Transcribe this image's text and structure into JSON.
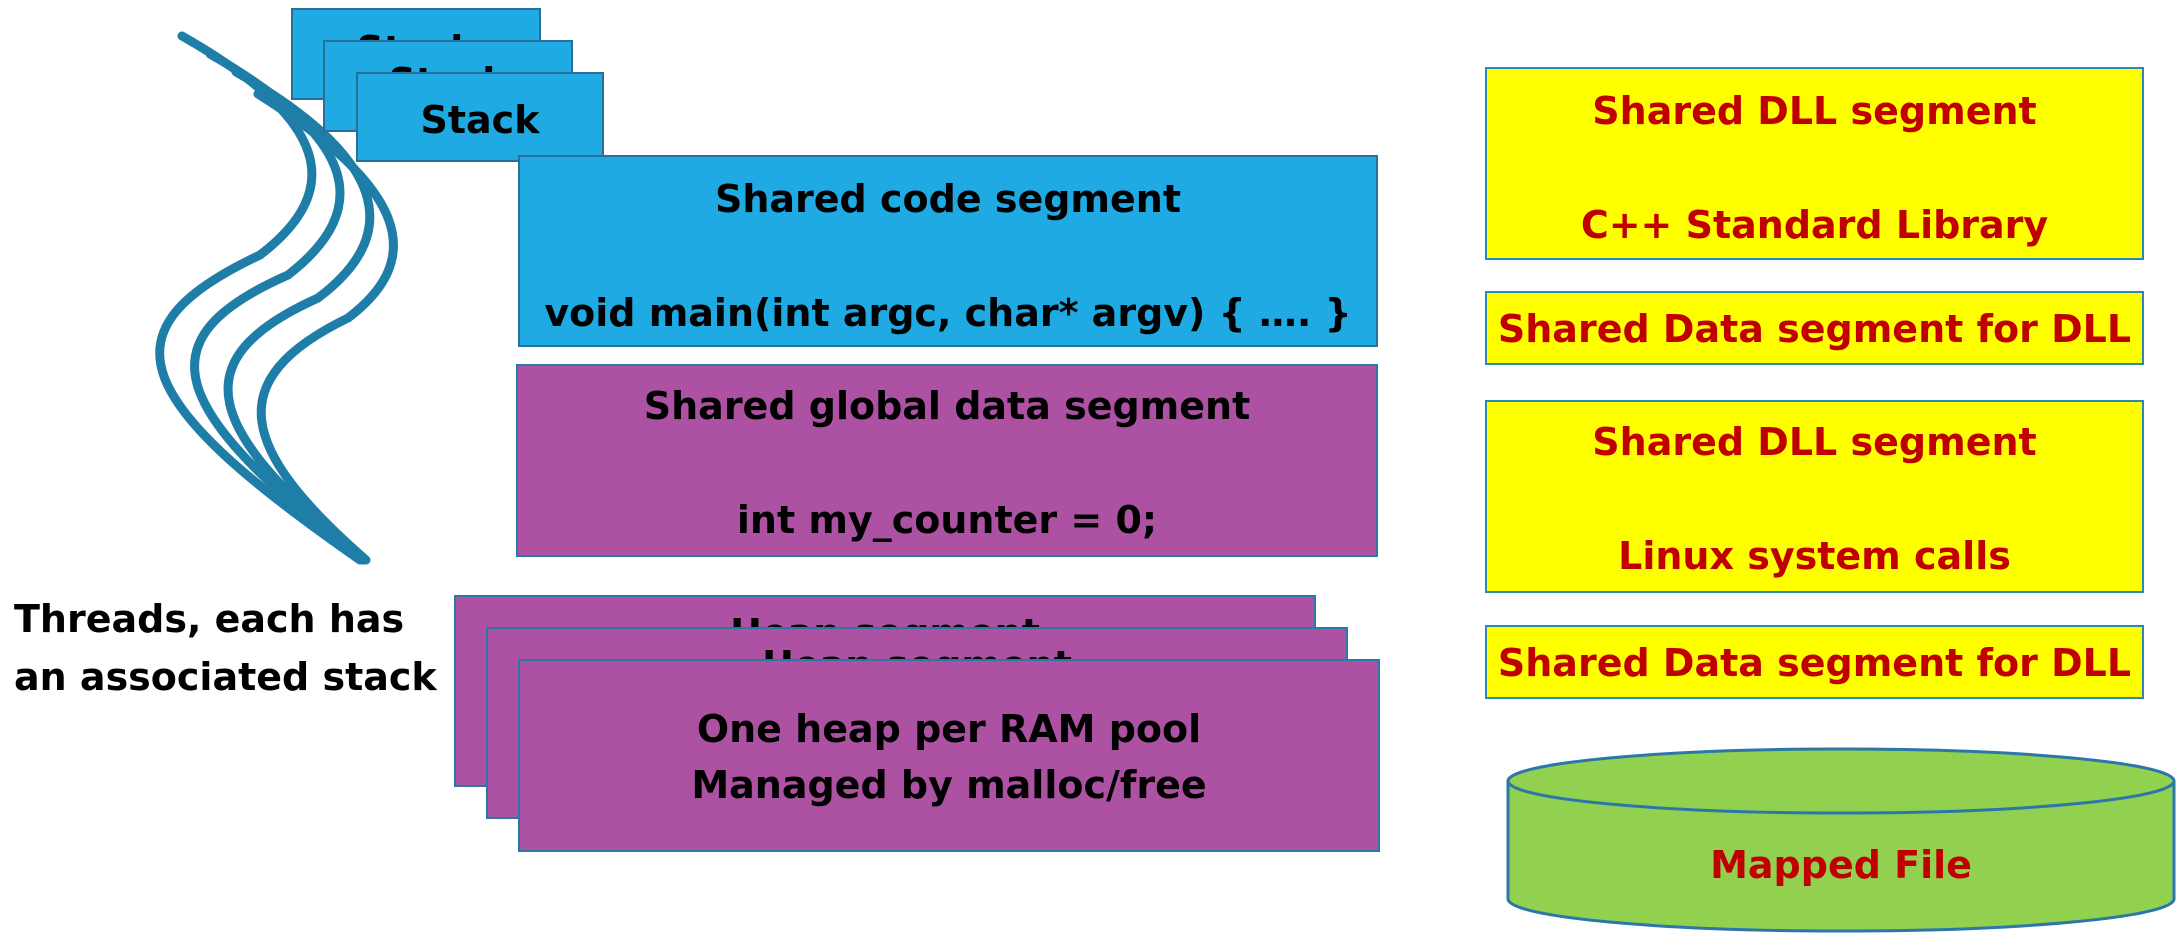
{
  "stacks": {
    "back_label": "Stack",
    "middle_label": "Stack",
    "front_label": "Stack"
  },
  "code_segment": {
    "title": "Shared code segment",
    "code": "void main(int argc, char* argv) { …. }"
  },
  "global_segment": {
    "title": "Shared global data segment",
    "code": "int my_counter = 0;"
  },
  "heaps": {
    "back_label": "Heap segment",
    "middle_label": "Heap segment",
    "front_line1": "One heap per RAM pool",
    "front_line2": "Managed by malloc/free"
  },
  "threads_caption": {
    "line1": "Threads, each has",
    "line2": "an associated stack"
  },
  "dll_1": {
    "title": "Shared DLL segment",
    "subtitle": "C++ Standard Library"
  },
  "dll_data_1": {
    "label": "Shared Data segment for DLL"
  },
  "dll_2": {
    "title": "Shared DLL segment",
    "subtitle": "Linux system calls"
  },
  "dll_data_2": {
    "label": "Shared Data segment for DLL"
  },
  "mapped_file": {
    "label": "Mapped File"
  },
  "colors": {
    "stack_blue": "#1faae3",
    "heap_purple": "#ad52a3",
    "dll_yellow": "#ffff00",
    "dll_text_red": "#c00000",
    "mapped_green": "#92d050",
    "thread_line": "#1f7ea8"
  }
}
